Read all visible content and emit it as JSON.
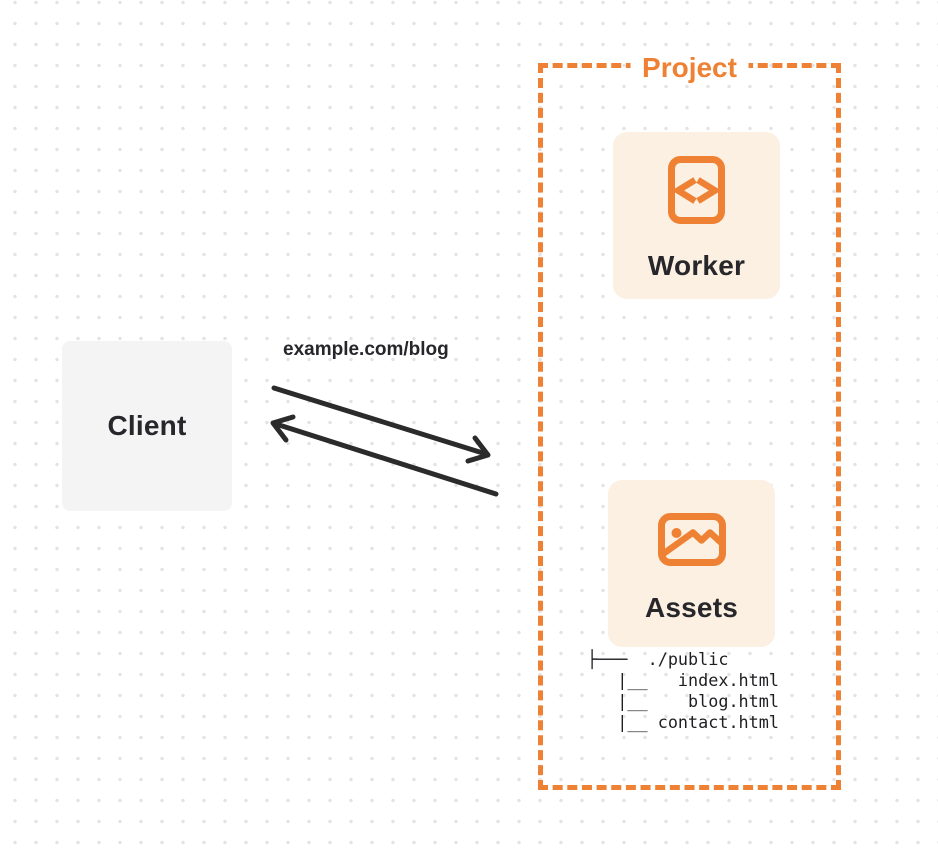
{
  "client": {
    "label": "Client"
  },
  "request_label": "example.com/blog",
  "project": {
    "label": "Project",
    "worker": {
      "label": "Worker",
      "icon": "code-icon"
    },
    "assets": {
      "label": "Assets",
      "icon": "image-icon"
    },
    "file_tree": "├───  ./public\n   |__   index.html\n   |__    blog.html\n   |__ contact.html"
  },
  "colors": {
    "orange": "#ee8133",
    "card-bg": "#fbf0e1",
    "client-bg": "#f4f4f5",
    "text-dark": "#26262b",
    "arrow": "#2b2b2b",
    "dot": "#e3e3e6"
  }
}
